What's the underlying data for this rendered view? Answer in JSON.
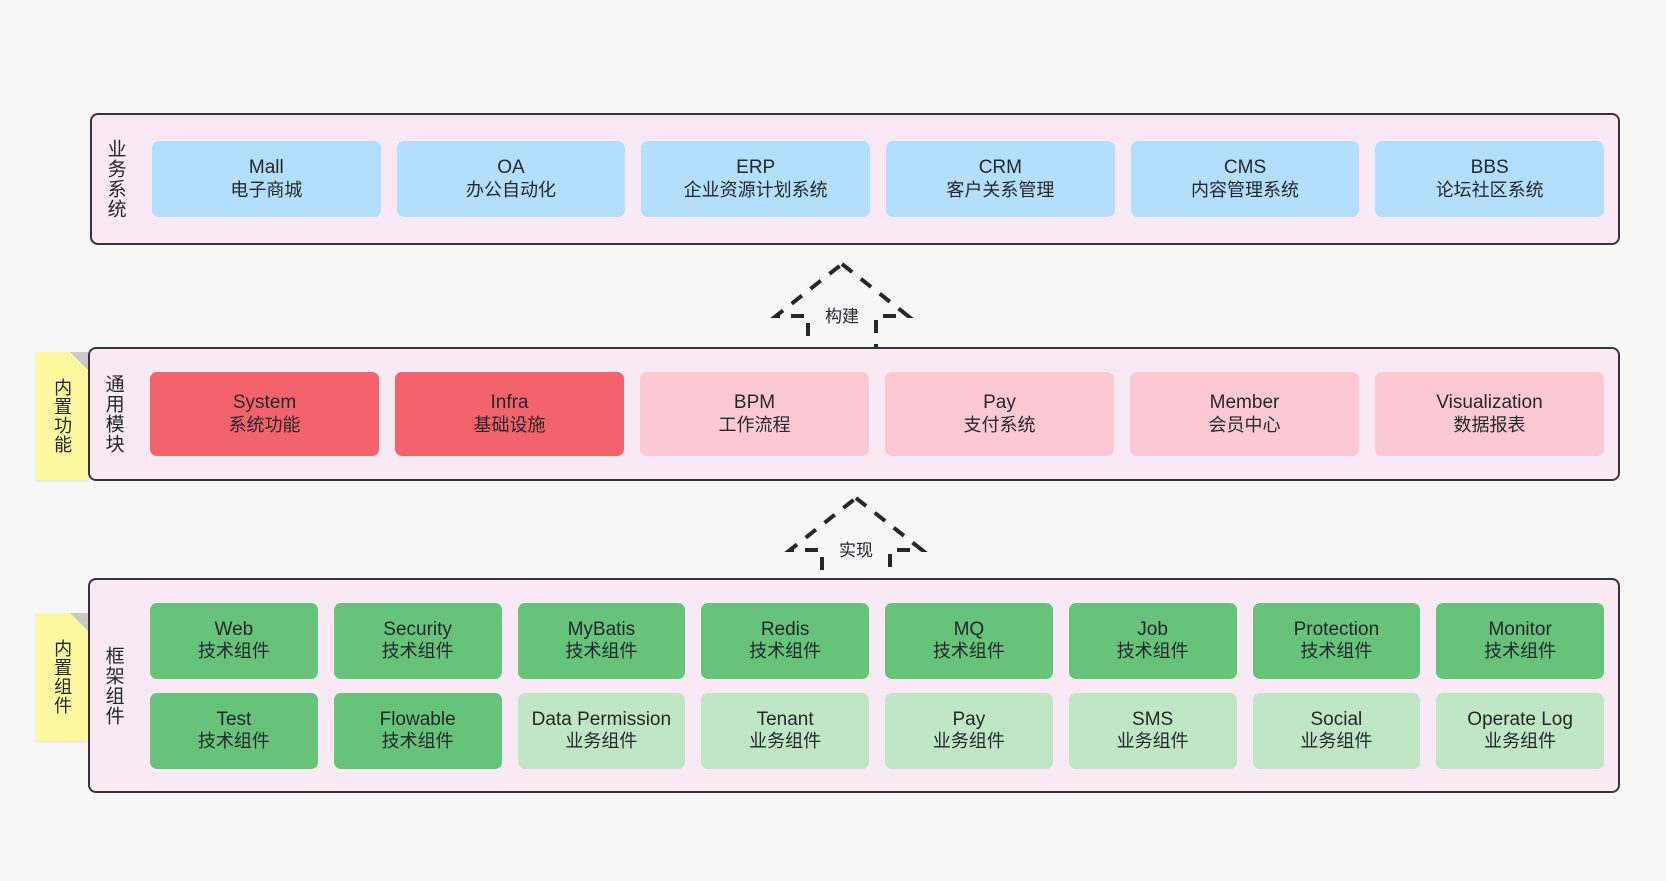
{
  "layers": [
    {
      "key": "business",
      "title": "业务系统",
      "note": null,
      "rows": [
        {
          "style": "blue",
          "cards": [
            {
              "t1": "Mall",
              "t2": "电子商城"
            },
            {
              "t1": "OA",
              "t2": "办公自动化"
            },
            {
              "t1": "ERP",
              "t2": "企业资源计划系统"
            },
            {
              "t1": "CRM",
              "t2": "客户关系管理"
            },
            {
              "t1": "CMS",
              "t2": "内容管理系统"
            },
            {
              "t1": "BBS",
              "t2": "论坛社区系统"
            }
          ]
        }
      ]
    },
    {
      "key": "common",
      "title": "通用模块",
      "note": "内置功能",
      "rows": [
        {
          "style": "mixed",
          "cards": [
            {
              "t1": "System",
              "t2": "系统功能",
              "style": "red"
            },
            {
              "t1": "Infra",
              "t2": "基础设施",
              "style": "red"
            },
            {
              "t1": "BPM",
              "t2": "工作流程",
              "style": "pink"
            },
            {
              "t1": "Pay",
              "t2": "支付系统",
              "style": "pink"
            },
            {
              "t1": "Member",
              "t2": "会员中心",
              "style": "pink"
            },
            {
              "t1": "Visualization",
              "t2": "数据报表",
              "style": "pink"
            }
          ]
        }
      ]
    },
    {
      "key": "framework",
      "title": "框架组件",
      "note": "内置组件",
      "rows": [
        {
          "style": "green",
          "cards": [
            {
              "t1": "Web",
              "t2": "技术组件",
              "style": "green"
            },
            {
              "t1": "Security",
              "t2": "技术组件",
              "style": "green"
            },
            {
              "t1": "MyBatis",
              "t2": "技术组件",
              "style": "green"
            },
            {
              "t1": "Redis",
              "t2": "技术组件",
              "style": "green"
            },
            {
              "t1": "MQ",
              "t2": "技术组件",
              "style": "green"
            },
            {
              "t1": "Job",
              "t2": "技术组件",
              "style": "green"
            },
            {
              "t1": "Protection",
              "t2": "技术组件",
              "style": "green"
            },
            {
              "t1": "Monitor",
              "t2": "技术组件",
              "style": "green"
            }
          ]
        },
        {
          "style": "mixed",
          "cards": [
            {
              "t1": "Test",
              "t2": "技术组件",
              "style": "green"
            },
            {
              "t1": "Flowable",
              "t2": "技术组件",
              "style": "green"
            },
            {
              "t1": "Data Permission",
              "t2": "业务组件",
              "style": "lgreen"
            },
            {
              "t1": "Tenant",
              "t2": "业务组件",
              "style": "lgreen"
            },
            {
              "t1": "Pay",
              "t2": "业务组件",
              "style": "lgreen"
            },
            {
              "t1": "SMS",
              "t2": "业务组件",
              "style": "lgreen"
            },
            {
              "t1": "Social",
              "t2": "业务组件",
              "style": "lgreen"
            },
            {
              "t1": "Operate Log",
              "t2": "业务组件",
              "style": "lgreen"
            }
          ]
        }
      ]
    }
  ],
  "arrows": [
    {
      "key": "build",
      "label": "构建"
    },
    {
      "key": "implement",
      "label": "实现"
    }
  ],
  "colors": {
    "background": "#f7f7f7",
    "band_fill": "#f9e9f5",
    "band_border": "#3a3238",
    "blue_card": "#b3dffc",
    "red_card": "#f2636b",
    "pink_card": "#fcc9d3",
    "green_card": "#66c379",
    "light_green_card": "#bfe7c6",
    "note_fill": "#fbf8a0",
    "note_fold": "#c9c9c9",
    "arrow_stroke": "#24282c"
  }
}
